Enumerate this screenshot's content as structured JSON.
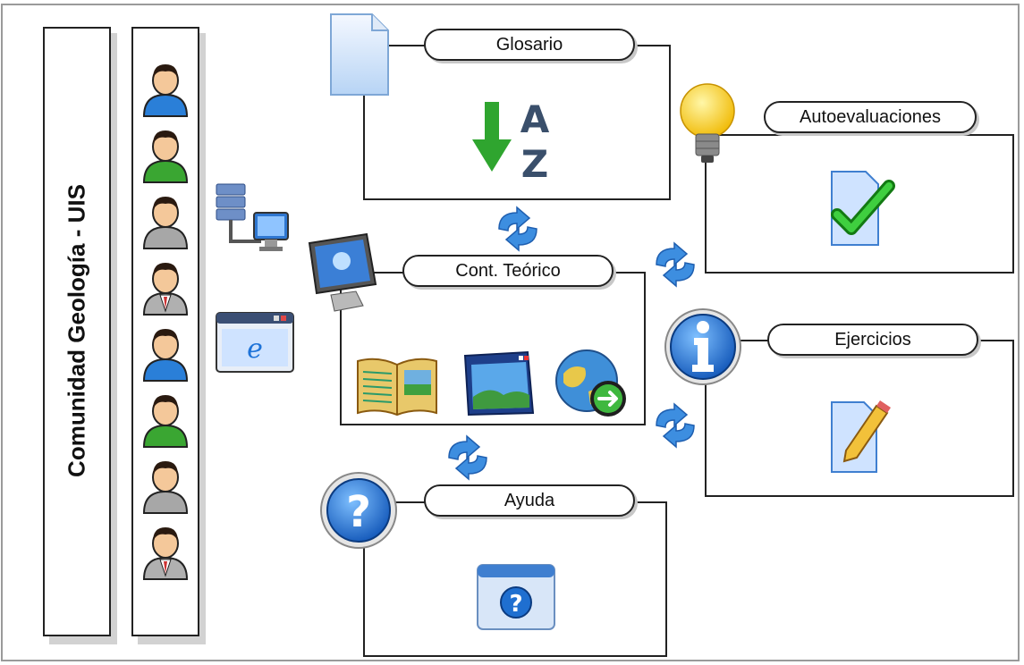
{
  "community_label": "Comunidad Geología - UIS",
  "users": [
    {
      "icon": "user-blue-icon",
      "color": "#2a7fd8"
    },
    {
      "icon": "user-green-icon",
      "color": "#3aa632"
    },
    {
      "icon": "user-gray-icon",
      "color": "#a7a7a7"
    },
    {
      "icon": "user-suit-icon",
      "color": "#b0b0b0"
    },
    {
      "icon": "user-blue-icon",
      "color": "#2a7fd8"
    },
    {
      "icon": "user-green-icon",
      "color": "#3aa632"
    },
    {
      "icon": "user-gray-icon",
      "color": "#a7a7a7"
    },
    {
      "icon": "user-suit-icon",
      "color": "#b0b0b0"
    }
  ],
  "modules": {
    "glosario": {
      "label": "Glosario",
      "icons": [
        "document-icon",
        "sort-az-icon"
      ]
    },
    "autoevaluaciones": {
      "label": "Autoevaluaciones",
      "icons": [
        "lightbulb-icon",
        "checklist-icon"
      ]
    },
    "contenido": {
      "label": "Cont. Teórico",
      "icons": [
        "monitor-icon",
        "book-icon",
        "window-image-icon",
        "globe-arrow-icon"
      ]
    },
    "ejercicios": {
      "label": "Ejercicios",
      "icons": [
        "info-icon",
        "edit-document-icon"
      ]
    },
    "ayuda": {
      "label": "Ayuda",
      "icons": [
        "help-icon",
        "help-window-icon"
      ]
    }
  },
  "network_icons": [
    "server-network-icon",
    "browser-window-icon"
  ],
  "colors": {
    "frame": "#9a9a9a",
    "line": "#222222",
    "accent_blue": "#2a7fd8",
    "sync_blue": "#3d8ee0",
    "arrow_green": "#2fa52f",
    "bulb_yellow": "#f5c400"
  }
}
